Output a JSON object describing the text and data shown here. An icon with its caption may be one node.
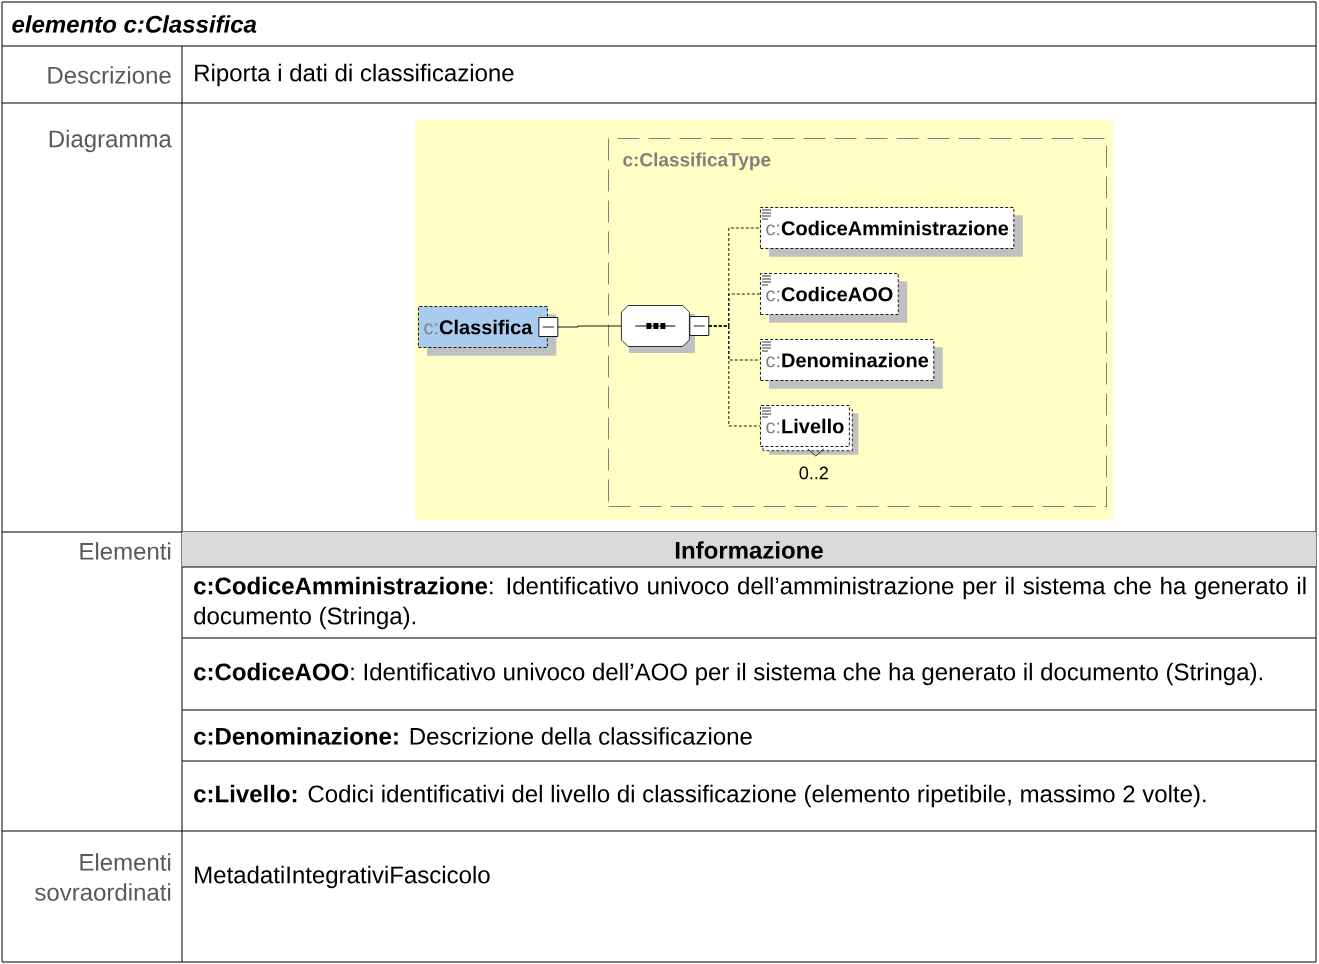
{
  "diagram": {
    "title": "elemento c:Classifica",
    "nodes": [
      {
        "text": [
          "c:ClassificaType"
        ]
      },
      {
        "text": [
          "c:**Classifica**"
        ]
      },
      {
        "text": [],
        "shape": "octagon",
        "in": 0
      },
      {
        "text": [
          "c:**CodiceAmministrazione**"
        ],
        "in": 0
      },
      {
        "text": [
          "c:**CodiceAOO**"
        ],
        "in": 0
      },
      {
        "text": [
          "c:**Denominazione**"
        ],
        "in": 0
      },
      {
        "text": [
          "c:**Livello**"
        ],
        "in": 0,
        "beside": [
          "0..2"
        ]
      }
    ],
    "edges": [
      {
        "from": 1,
        "to": 2,
        "arrow": "none"
      },
      {
        "from": 2,
        "to": 3,
        "arrow": "none",
        "style": "dashed"
      },
      {
        "from": 2,
        "to": 4,
        "arrow": "none",
        "style": "dashed"
      },
      {
        "from": 2,
        "to": 5,
        "arrow": "none",
        "style": "dashed"
      },
      {
        "from": 2,
        "to": 6,
        "arrow": "none",
        "style": "dashed"
      }
    ],
    "labels": [
      "Descrizione",
      "Riporta i dati di classificazione",
      "Diagramma",
      "Elementi",
      "Informazione",
      "**c:CodiceAmministrazione**: Identificativo univoco dell’amministrazione per il sistema che ha generato il documento (Stringa).",
      "**c:CodiceAOO**: Identificativo univoco dell’AOO per il sistema che ha generato il documento (Stringa).",
      "**c:Denominazione:** Descrizione della classificazione",
      "**c:Livello:** Codici identificativi del livello di classificazione (elemento ripetibile, massimo 2 volte).",
      "Elementi sovraordinati",
      "MetadatiIntegrativiFascicolo"
    ]
  }
}
